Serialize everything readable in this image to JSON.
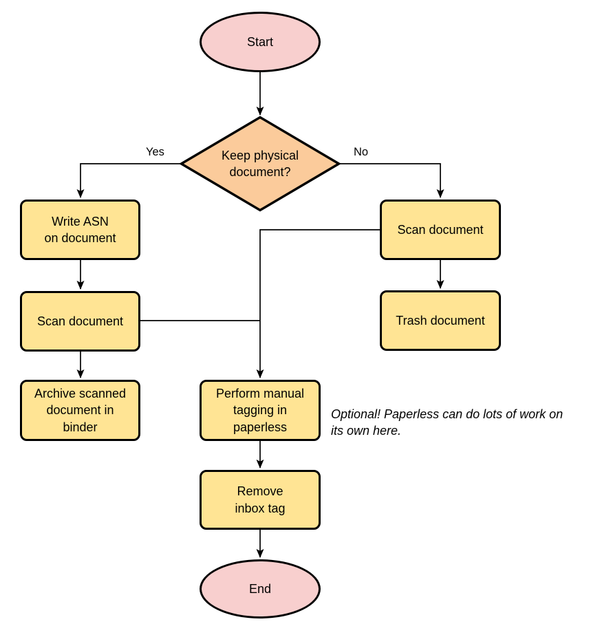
{
  "colors": {
    "node_pink": "#F8CFCE",
    "node_orange": "#FBCB9B",
    "node_yellow": "#FFE494",
    "stroke": "#000000",
    "background": "#FFFFFF"
  },
  "nodes": {
    "start": {
      "type": "terminator",
      "label": "Start"
    },
    "decision": {
      "type": "decision",
      "label": "Keep physical\ndocument?"
    },
    "write_asn": {
      "type": "process",
      "label": "Write ASN\non document"
    },
    "scan_left": {
      "type": "process",
      "label": "Scan document"
    },
    "archive": {
      "type": "process",
      "label": "Archive scanned\ndocument in\nbinder"
    },
    "scan_right": {
      "type": "process",
      "label": "Scan document"
    },
    "trash": {
      "type": "process",
      "label": "Trash document"
    },
    "tagging": {
      "type": "process",
      "label": "Perform manual\ntagging in\npaperless"
    },
    "remove_inbox": {
      "type": "process",
      "label": "Remove\ninbox tag"
    },
    "end": {
      "type": "terminator",
      "label": "End"
    }
  },
  "edge_labels": {
    "yes": "Yes",
    "no": "No"
  },
  "annotation": {
    "text": "Optional! Paperless can do lots of work on\nits own here."
  }
}
